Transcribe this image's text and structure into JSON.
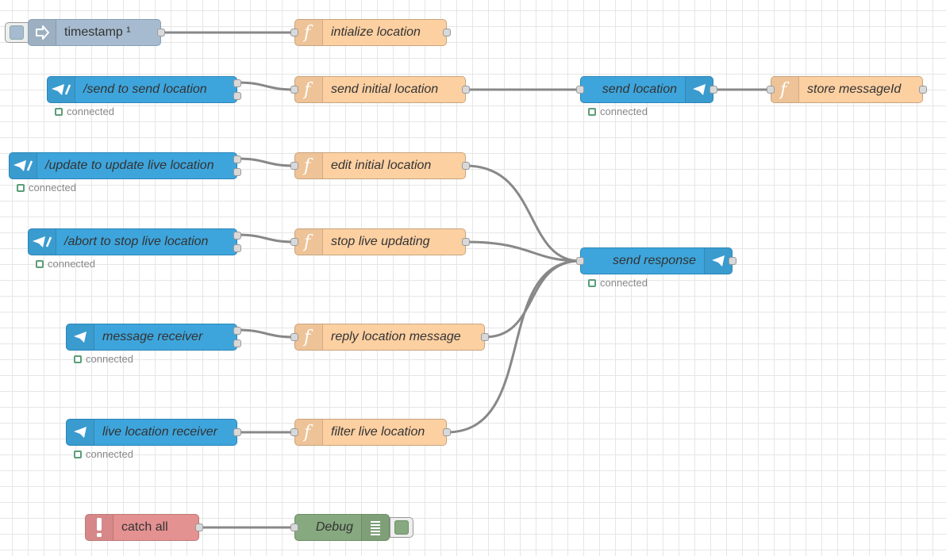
{
  "nodes": {
    "timestamp": {
      "label": "timestamp ¹",
      "icon": "arrow-in-icon"
    },
    "intialize_location": {
      "label": "intialize location",
      "icon": "function-icon"
    },
    "cmd_send": {
      "label": "/send to send location",
      "icon": "telegram-command-icon"
    },
    "send_initial_location": {
      "label": "send initial location",
      "icon": "function-icon"
    },
    "send_location": {
      "label": "send location",
      "icon": "telegram-send-icon"
    },
    "store_messageid": {
      "label": "store messageId",
      "icon": "function-icon"
    },
    "cmd_update": {
      "label": "/update to update live location",
      "icon": "telegram-command-icon"
    },
    "edit_initial_location": {
      "label": "edit initial location",
      "icon": "function-icon"
    },
    "cmd_abort": {
      "label": "/abort to stop live location",
      "icon": "telegram-command-icon"
    },
    "stop_live_updating": {
      "label": "stop live updating",
      "icon": "function-icon"
    },
    "send_response": {
      "label": "send response",
      "icon": "telegram-send-icon"
    },
    "message_receiver": {
      "label": "message receiver",
      "icon": "telegram-icon"
    },
    "reply_location_message": {
      "label": "reply location message",
      "icon": "function-icon"
    },
    "live_location_receiver": {
      "label": "live location receiver",
      "icon": "telegram-icon"
    },
    "filter_live_location": {
      "label": "filter live location",
      "icon": "function-icon"
    },
    "catch_all": {
      "label": "catch all",
      "icon": "exclamation-icon"
    },
    "debug": {
      "label": "Debug",
      "icon": "list-icon"
    }
  },
  "status": {
    "connected": "connected",
    "color": "#5a9e78"
  },
  "colors": {
    "telegram": "#3ea5dc",
    "function": "#fdd0a2",
    "inject": "#a6bbcf",
    "catch": "#e49191",
    "debug": "#87a980",
    "wire": "#888888"
  }
}
